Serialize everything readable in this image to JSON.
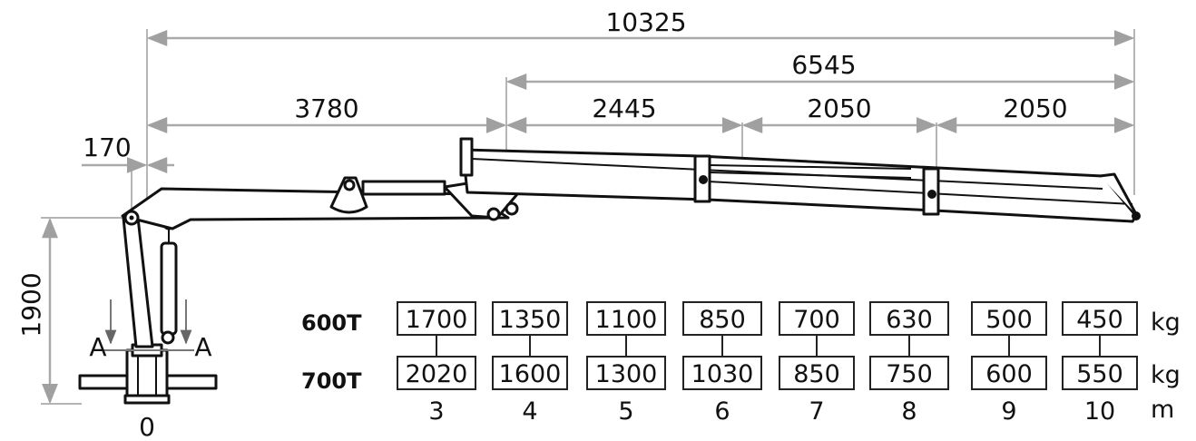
{
  "dimensions": {
    "total": "10325",
    "outer_reach": "6545",
    "main_boom": "3780",
    "ext1": "2445",
    "ext2": "2050",
    "ext3": "2050",
    "offset": "170",
    "height": "1900",
    "base": "0"
  },
  "section_marks": {
    "left": "A",
    "right": "A"
  },
  "load_table": {
    "rows": [
      {
        "model": "600T",
        "unit": "kg",
        "values": [
          "1700",
          "1350",
          "1100",
          "850",
          "700",
          "630",
          "500",
          "450"
        ]
      },
      {
        "model": "700T",
        "unit": "kg",
        "values": [
          "2020",
          "1600",
          "1300",
          "1030",
          "850",
          "750",
          "600",
          "550"
        ]
      }
    ],
    "reach": [
      "3",
      "4",
      "5",
      "6",
      "7",
      "8",
      "9",
      "10"
    ],
    "reach_unit": "m"
  }
}
